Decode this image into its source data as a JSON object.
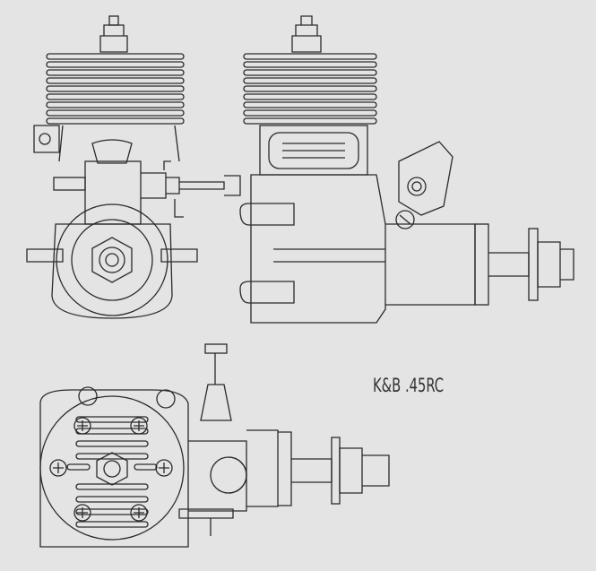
{
  "drawing": {
    "title": "K&B .45RC",
    "views": [
      "front-view",
      "side-view",
      "bottom-view"
    ]
  }
}
